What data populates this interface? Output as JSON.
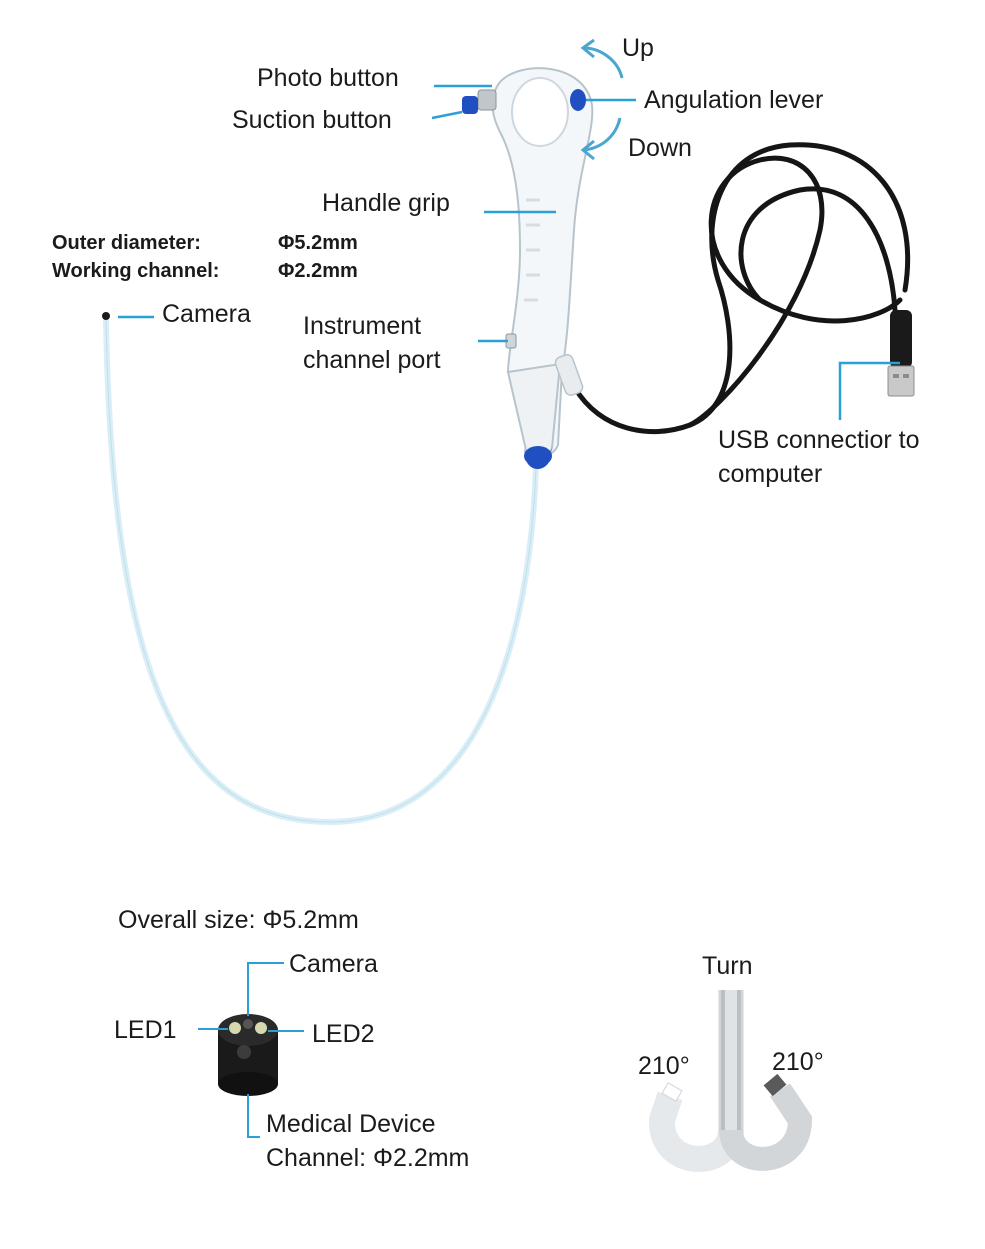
{
  "handle": {
    "photo_button": "Photo button",
    "suction_button": "Suction button",
    "up": "Up",
    "angulation_lever": "Angulation lever",
    "down": "Down",
    "handle_grip": "Handle grip",
    "instrument_port_line1": "Instrument",
    "instrument_port_line2": "channel port",
    "camera": "Camera",
    "usb_line1": "USB connectior to",
    "usb_line2": "computer"
  },
  "specs": {
    "outer_diameter_label": "Outer diameter:",
    "outer_diameter_value": "Φ5.2mm",
    "working_channel_label": "Working channel:",
    "working_channel_value": "Φ2.2mm"
  },
  "tip": {
    "overall_size": "Overall size: Φ5.2mm",
    "camera": "Camera",
    "led1": "LED1",
    "led2": "LED2",
    "channel_line1": "Medical Device",
    "channel_line2": "Channel: Φ2.2mm"
  },
  "turn": {
    "title": "Turn",
    "left_angle": "210°",
    "right_angle": "210°"
  },
  "colors": {
    "callout": "#2b9fd6",
    "arrow": "#4aa6cf",
    "accent_blue": "#1f4fc1",
    "cable": "#151515",
    "tube": "#d9eef6"
  }
}
